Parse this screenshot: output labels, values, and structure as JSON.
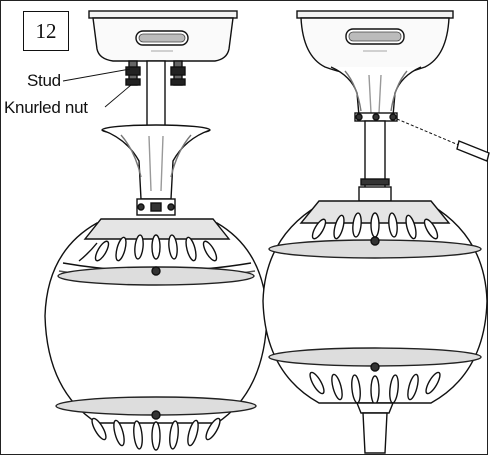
{
  "step": {
    "number": "12"
  },
  "callouts": {
    "stud": "Stud",
    "knurled_nut": "Knurled nut"
  },
  "colors": {
    "line": "#111111",
    "grey": "#888888",
    "light": "#d9d9d9"
  }
}
